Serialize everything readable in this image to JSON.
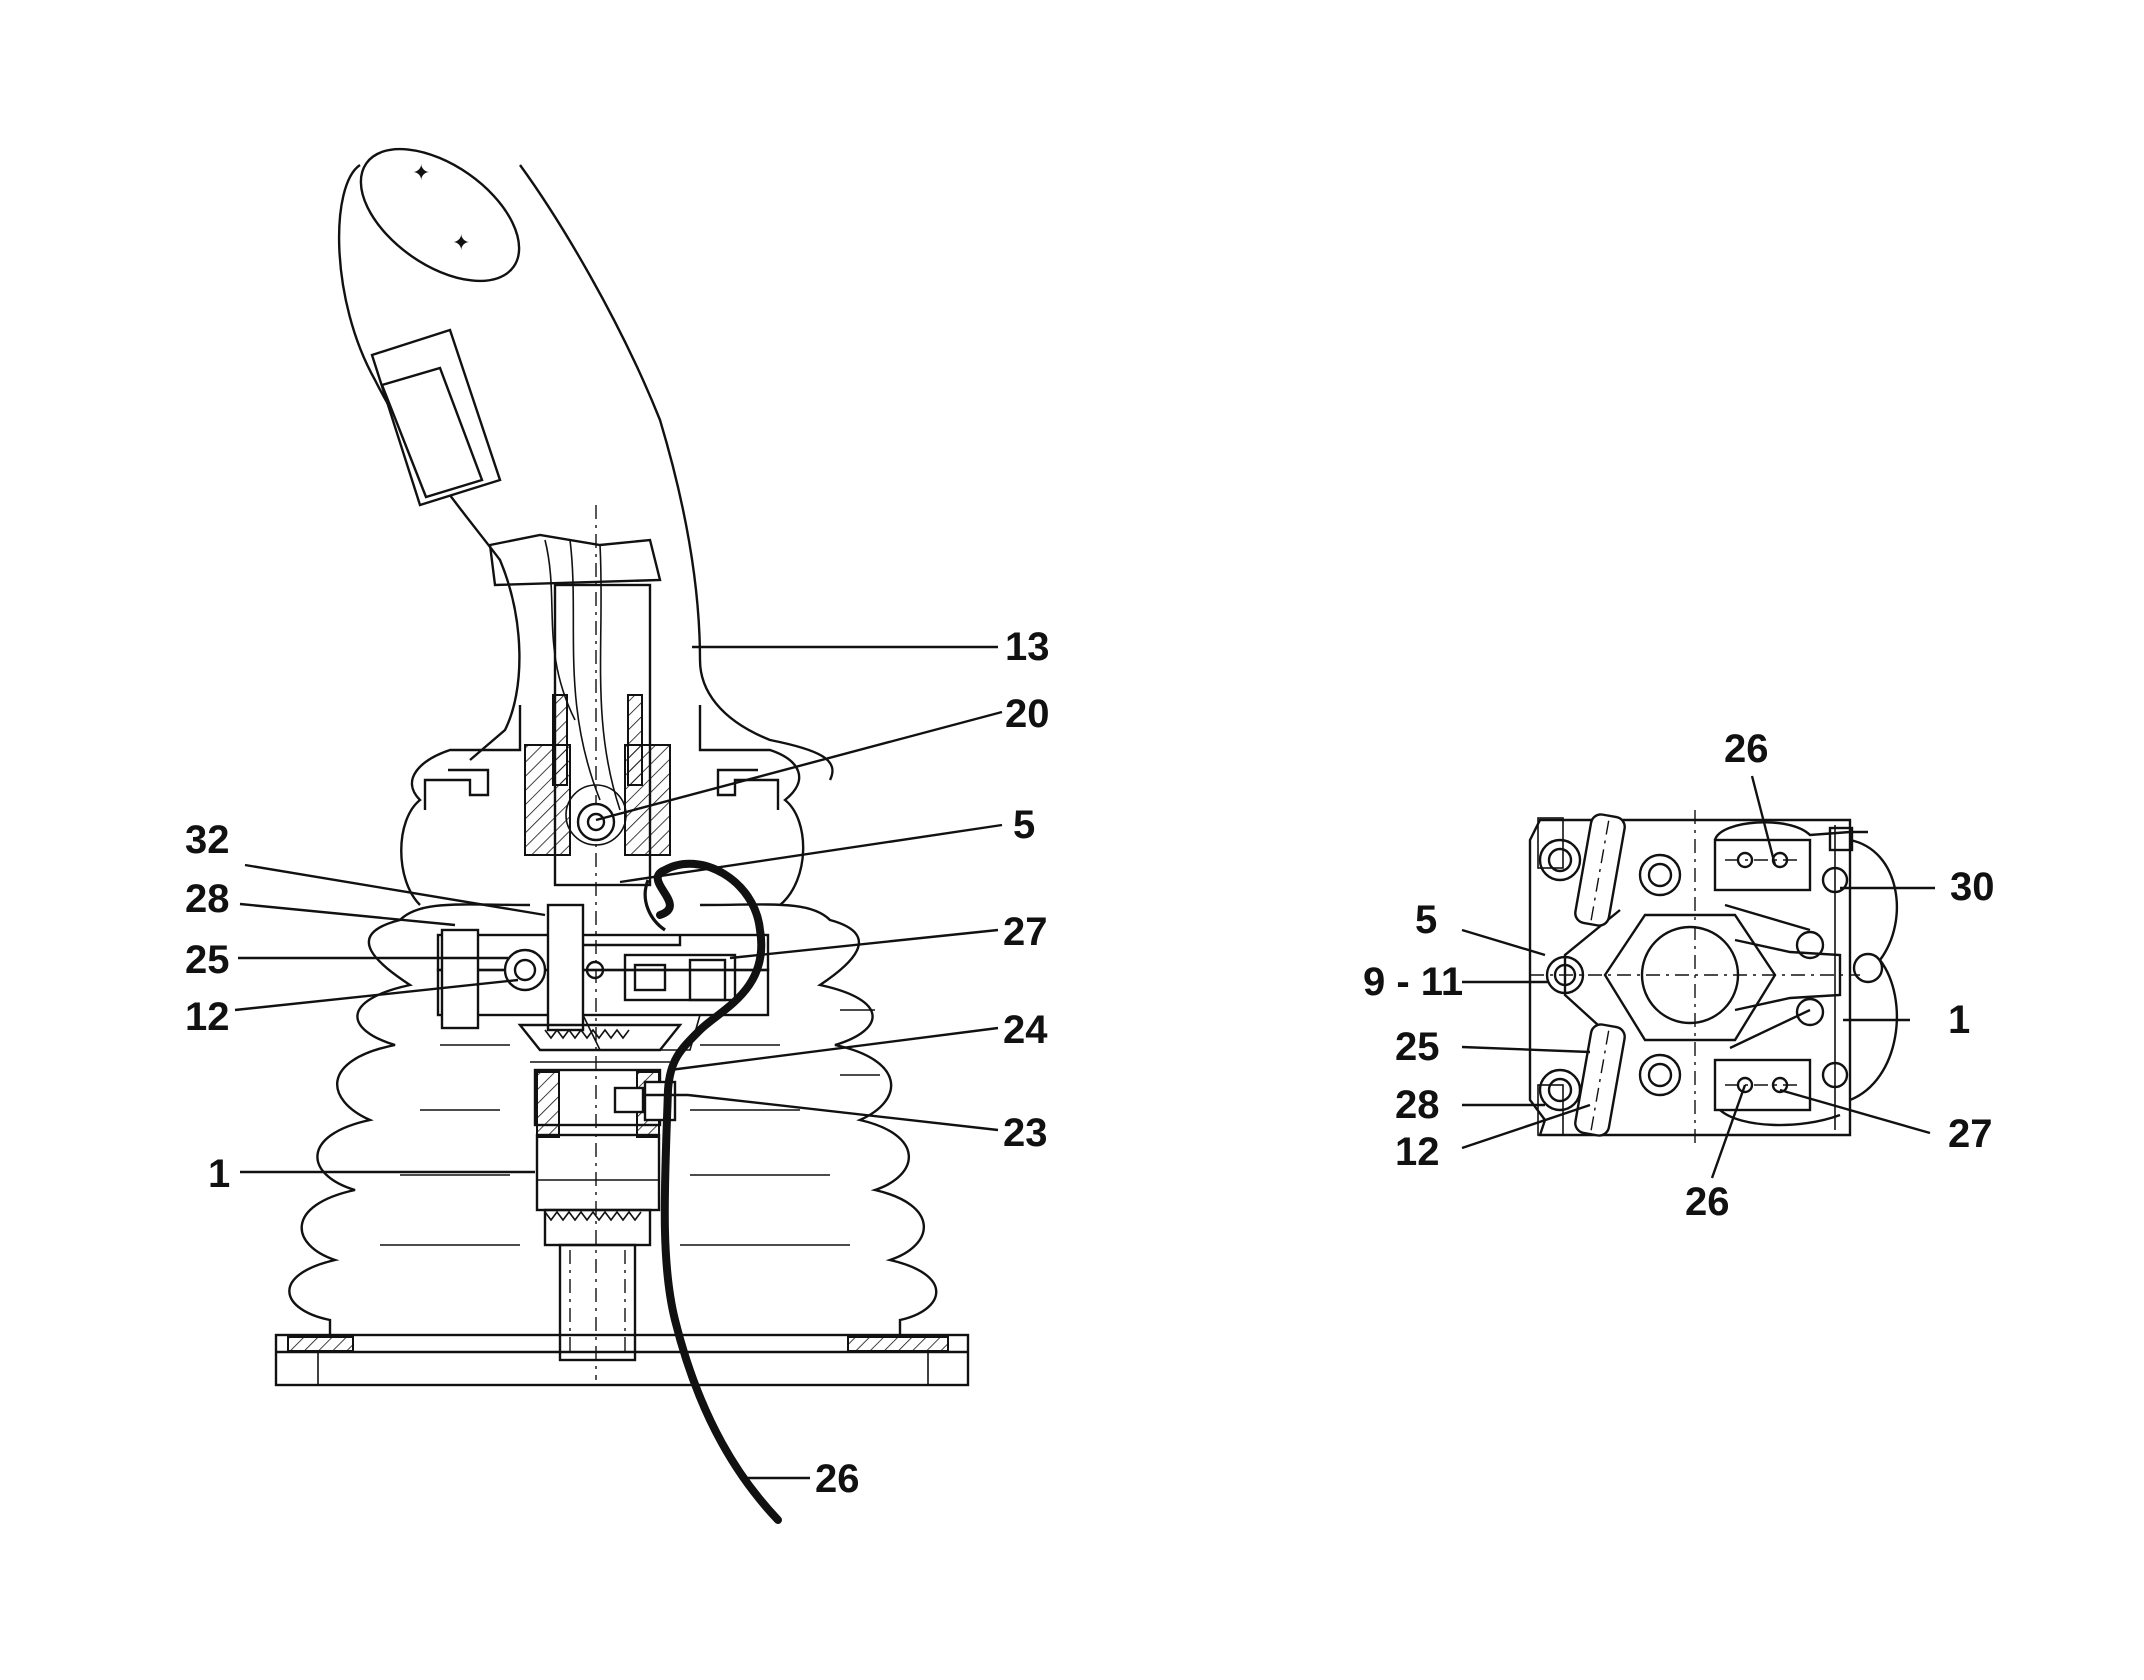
{
  "left_view": {
    "labels": {
      "l13": "13",
      "l20": "20",
      "l5": "5",
      "l32": "32",
      "l28": "28",
      "l27": "27",
      "l25": "25",
      "l12": "12",
      "l24": "24",
      "l23": "23",
      "l1": "1",
      "l26": "26"
    }
  },
  "right_view": {
    "labels": {
      "l26_top": "26",
      "l30": "30",
      "l5": "5",
      "l9_11": "9 - 11",
      "l1": "1",
      "l25": "25",
      "l28": "28",
      "l12": "12",
      "l27": "27",
      "l26_bottom": "26"
    }
  }
}
